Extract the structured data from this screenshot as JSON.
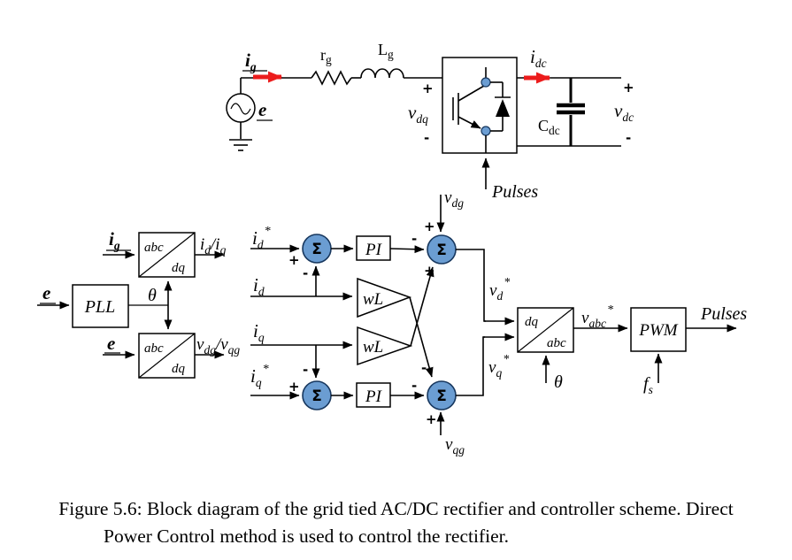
{
  "colors": {
    "arrow_red": "#ec1c1c",
    "sum_fill": "#6b9dd2",
    "sum_stroke": "#17375e",
    "line": "#000000"
  },
  "caption": {
    "line1": "Figure 5.6: Block diagram of the grid tied AC/DC rectifier and controller scheme. Direct",
    "line2": "Power Control method is used to control the rectifier."
  },
  "power": {
    "ig": {
      "base": "i",
      "sub": "g"
    },
    "e": "e",
    "rg": {
      "base": "r",
      "sub": "g"
    },
    "lg": {
      "base": "L",
      "sub": "g"
    },
    "vdq": {
      "base": "v",
      "sub": "dq"
    },
    "plus": "+",
    "minus": "-",
    "pulses": "Pulses",
    "idc": {
      "base": "i",
      "sub": "dc"
    },
    "cdc": {
      "base": "C",
      "sub": "dc"
    },
    "vdc": {
      "base": "v",
      "sub": "dc"
    }
  },
  "control": {
    "ig": {
      "base": "i",
      "sub": "g"
    },
    "e": "e",
    "pll": "PLL",
    "theta": "θ",
    "abc": "abc",
    "dq": "dq",
    "id_iq": {
      "p1": "i",
      "s1": "d",
      "p2": "/i",
      "s2": "q"
    },
    "vdg_vqg": {
      "p1": "v",
      "s1": "dg",
      "p2": "/v",
      "s2": "qg"
    },
    "id_ref": {
      "base": "i",
      "sub": "d",
      "sup": "*"
    },
    "id": {
      "base": "i",
      "sub": "d"
    },
    "iq": {
      "base": "i",
      "sub": "q"
    },
    "iq_ref": {
      "base": "i",
      "sub": "q",
      "sup": "*"
    },
    "sigma": "Σ",
    "pi": "PI",
    "wl": "wL",
    "vdg": {
      "base": "v",
      "sub": "dg"
    },
    "vqg": {
      "base": "v",
      "sub": "qg"
    },
    "vd_ref": {
      "base": "v",
      "sub": "d",
      "sup": "*"
    },
    "vq_ref": {
      "base": "v",
      "sub": "q",
      "sup": "*"
    },
    "vabc_ref": {
      "base": "v",
      "sub": "abc",
      "sup": "*"
    },
    "pwm": "PWM",
    "pulses": "Pulses",
    "fs": {
      "base": "f",
      "sub": "s"
    },
    "plus": "+",
    "minus": "-"
  }
}
